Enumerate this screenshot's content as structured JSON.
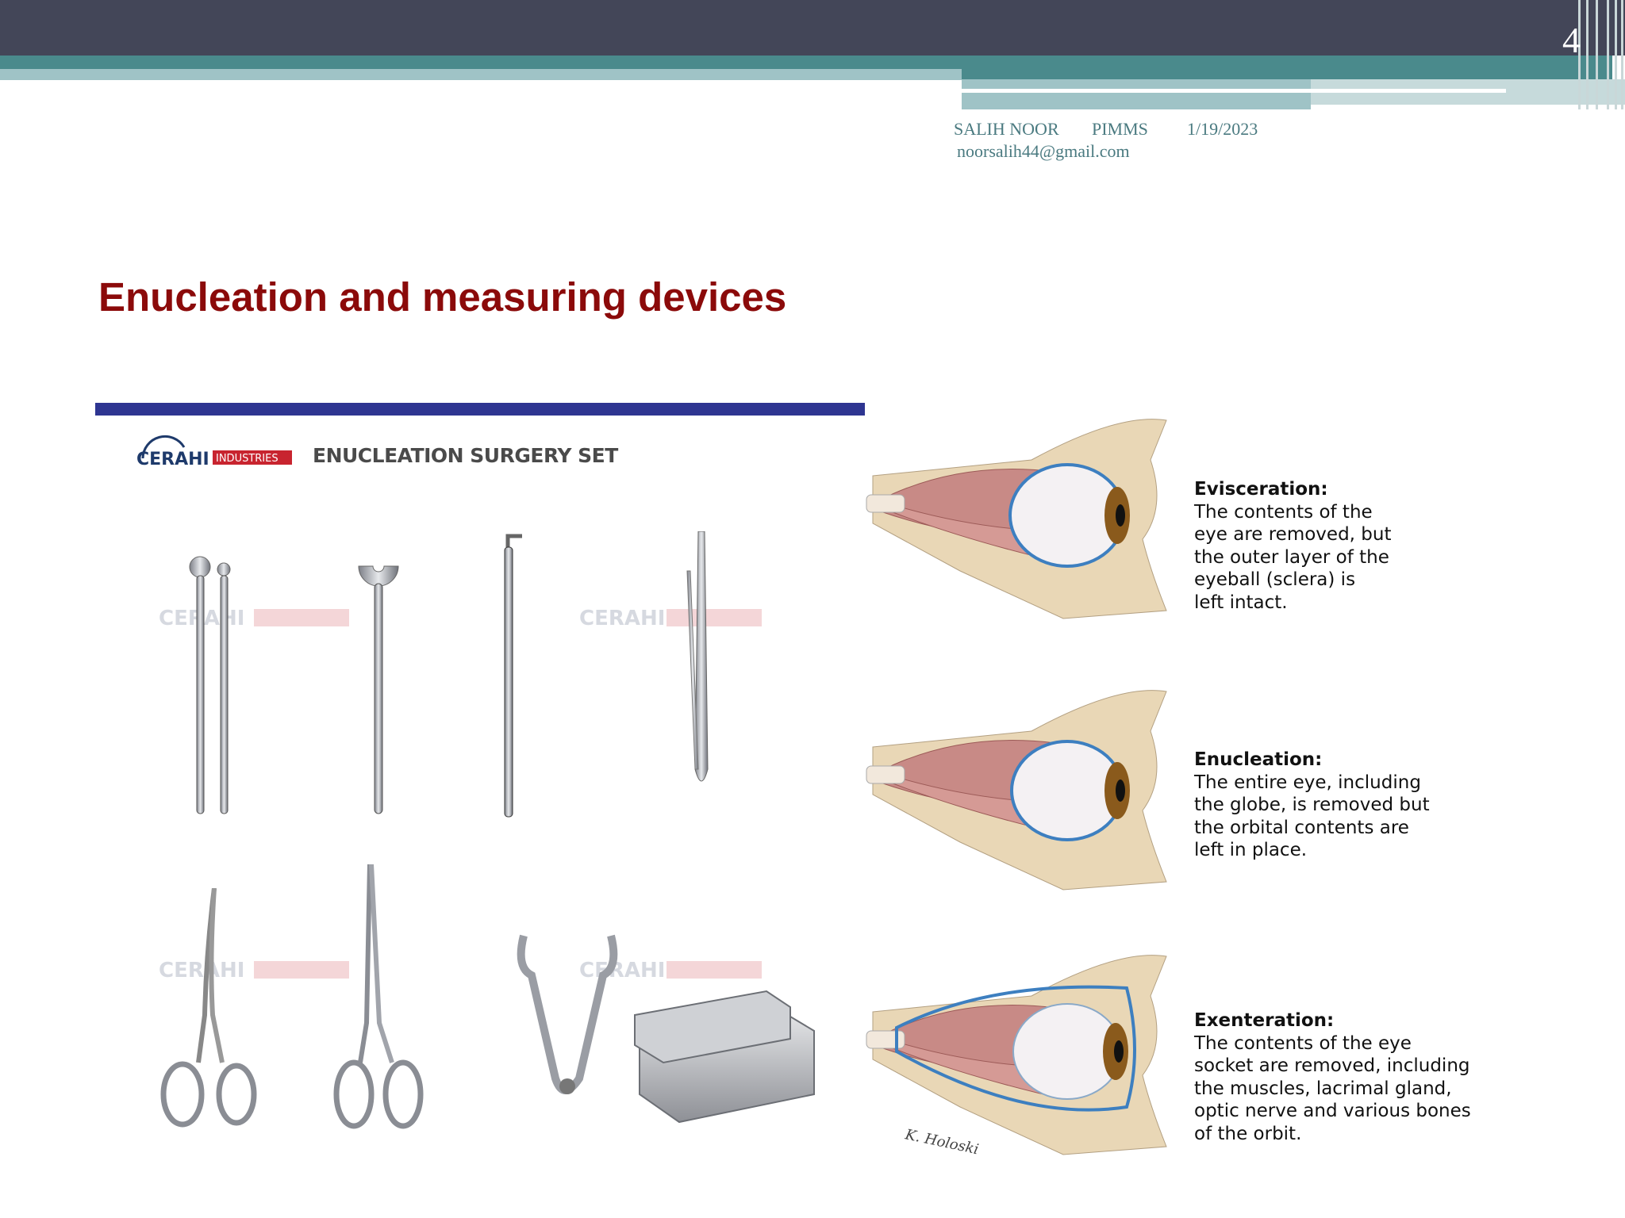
{
  "slide": {
    "number": "4",
    "title": "Enucleation and measuring devices"
  },
  "footer": {
    "author": "SALIH NOOR",
    "organization": "PIMMS",
    "date": "1/19/2023",
    "email": "noorsalih44@gmail.com"
  },
  "tools_image": {
    "brand": "CERAHI",
    "brand_tag": "INDUSTRIES",
    "set_title": "ENUCLEATION SURGERY SET",
    "watermark": "CERAHI"
  },
  "procedures": [
    {
      "heading": "Evisceration:",
      "lines": [
        "The contents of the",
        "eye are removed, but",
        "the outer layer of the",
        "eyeball (sclera) is",
        "left intact."
      ]
    },
    {
      "heading": "Enucleation:",
      "lines": [
        "The entire eye, including",
        "the globe, is removed but",
        "the orbital contents are",
        "left in place."
      ]
    },
    {
      "heading": "Exenteration:",
      "lines": [
        "The contents of the eye",
        "socket are removed, including",
        "the muscles, lacrimal gland,",
        "optic nerve and various bones",
        "of the orbit."
      ]
    }
  ],
  "illustrator_signature": "K. Holoski",
  "colors": {
    "header_band": "#434658",
    "teal": "#4a8a8c",
    "title": "#8b0a0a",
    "divider": "#2e3591",
    "brand_red": "#c8242f"
  }
}
